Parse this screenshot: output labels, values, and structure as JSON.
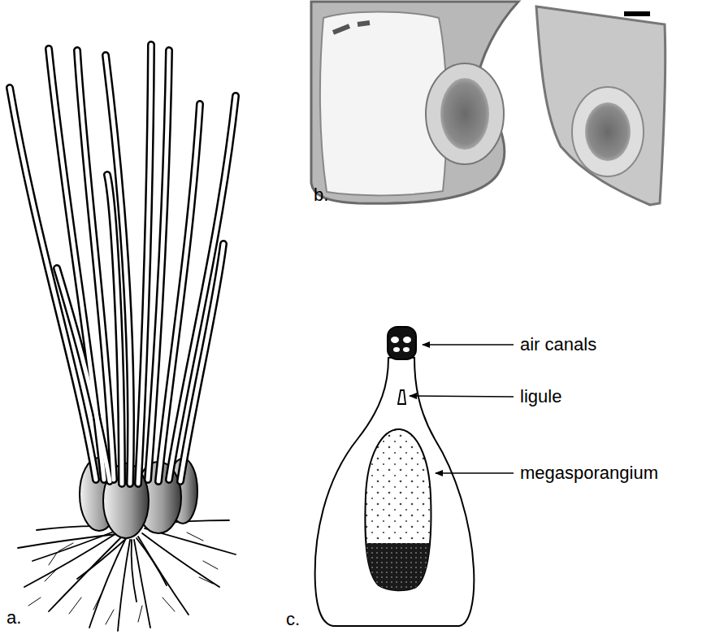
{
  "diagram": {
    "labels": [
      "air canals",
      "ligule",
      "megasporangium",
      "a.",
      "b.",
      "c."
    ]
  }
}
